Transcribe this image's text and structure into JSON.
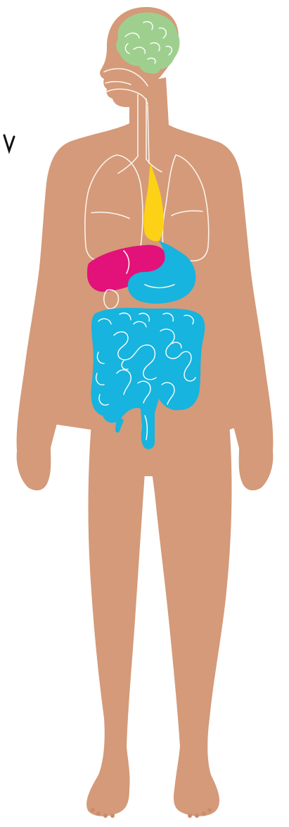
{
  "colors": {
    "background": "#ffffff",
    "skin": "#d49a79",
    "skin_shadow": "#c98c6a",
    "organ_outline": "#fbf2ea",
    "brain": "#9fcf8f",
    "liver": "#e2127a",
    "esophagus": "#fcd116",
    "stomach_and_intestines": "#16b4de",
    "stray_mark": "#111111"
  },
  "figure": {
    "body_icon": "human-body-silhouette",
    "organs": [
      {
        "name": "brain",
        "icon": "brain-icon",
        "highlighted": true
      },
      {
        "name": "nasal-cavity-and-mouth",
        "icon": "head-airway-icon",
        "highlighted": false
      },
      {
        "name": "trachea",
        "icon": "trachea-icon",
        "highlighted": false
      },
      {
        "name": "lungs",
        "icon": "lungs-icon",
        "highlighted": false
      },
      {
        "name": "esophagus",
        "icon": "esophagus-icon",
        "highlighted": true
      },
      {
        "name": "liver",
        "icon": "liver-icon",
        "highlighted": true
      },
      {
        "name": "stomach",
        "icon": "stomach-icon",
        "highlighted": true
      },
      {
        "name": "gallbladder",
        "icon": "gallbladder-icon",
        "highlighted": false
      },
      {
        "name": "large-intestine",
        "icon": "large-intestine-icon",
        "highlighted": true
      },
      {
        "name": "small-intestine",
        "icon": "small-intestine-icon",
        "highlighted": true
      },
      {
        "name": "rectum",
        "icon": "rectum-icon",
        "highlighted": true
      }
    ]
  }
}
